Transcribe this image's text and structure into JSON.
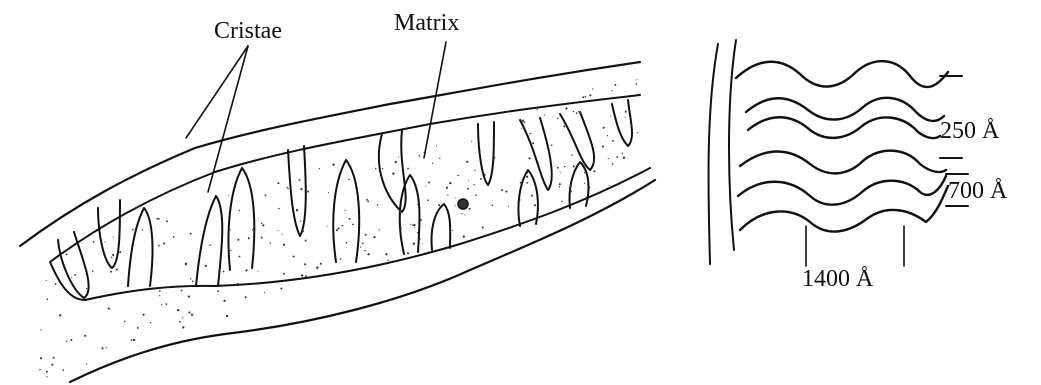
{
  "labels": {
    "cristae": "Cristae",
    "matrix": "Matrix",
    "spacing_250": "250 Å",
    "spacing_700": "700 Å",
    "spacing_1400": "1400 Å"
  },
  "colors": {
    "ink": "#111111",
    "background": "#ffffff"
  }
}
